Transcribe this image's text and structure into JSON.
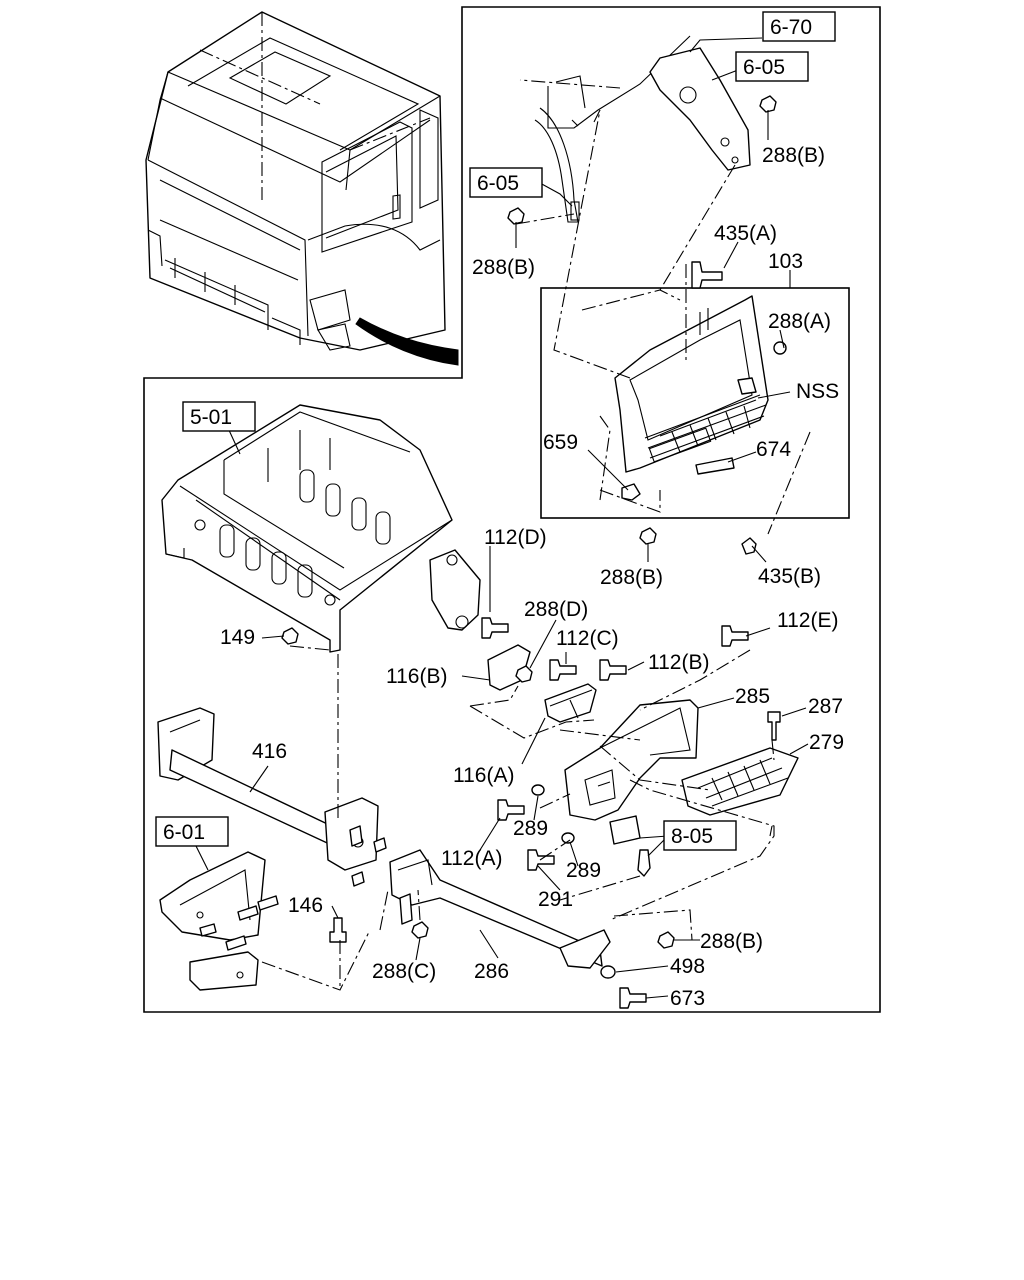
{
  "ref_boxes": {
    "r670": "6-70",
    "r605a": "6-05",
    "r605b": "6-05",
    "r501": "5-01",
    "r601": "6-01",
    "r805": "8-05"
  },
  "labels": {
    "l288B_1": "288(B)",
    "l288B_2": "288(B)",
    "l435A": "435(A)",
    "l103": "103",
    "l288A": "288(A)",
    "lNSS": "NSS",
    "l659": "659",
    "l674": "674",
    "l288B_3": "288(B)",
    "l435B": "435(B)",
    "l112D": "112(D)",
    "l288D": "288(D)",
    "l112C": "112(C)",
    "l112E": "112(E)",
    "l149": "149",
    "l116B": "116(B)",
    "l112B": "112(B)",
    "l285": "285",
    "l287": "287",
    "l279": "279",
    "l416": "416",
    "l116A": "116(A)",
    "l289_1": "289",
    "l112A": "112(A)",
    "l289_2": "289",
    "l291": "291",
    "l146": "146",
    "l288C": "288(C)",
    "l286": "286",
    "l288B_4": "288(B)",
    "l498": "498",
    "l673": "673"
  }
}
